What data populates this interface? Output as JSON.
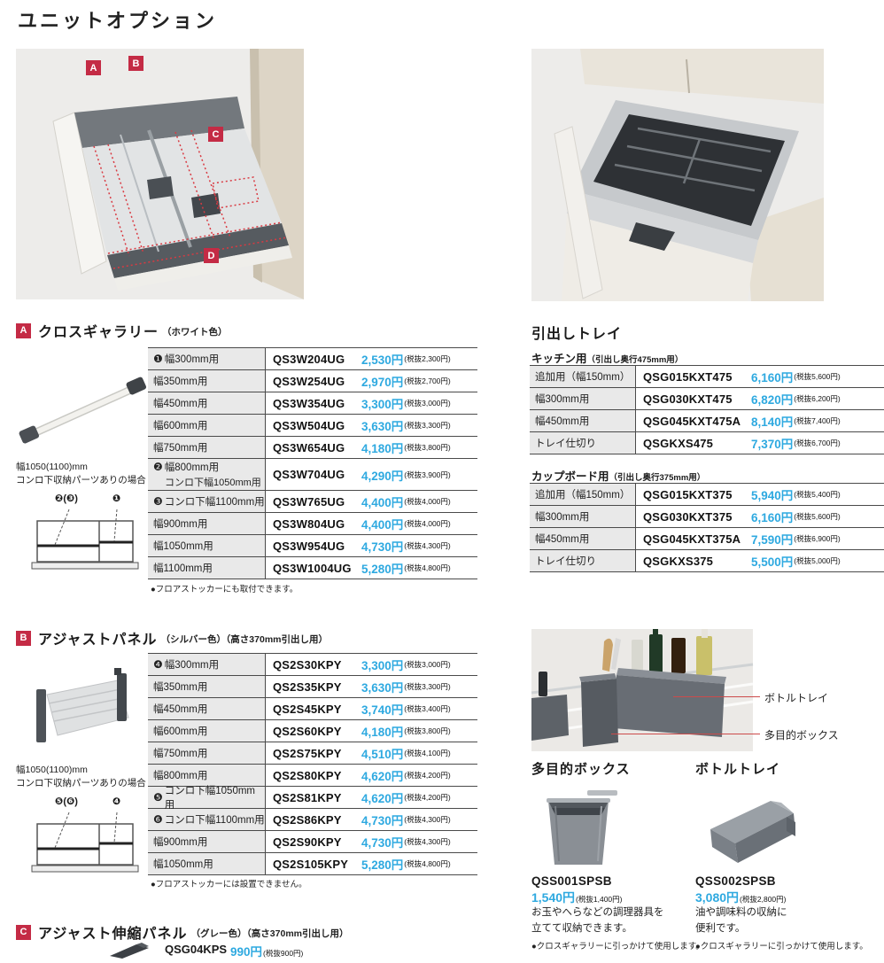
{
  "page": {
    "title": "ユニットオプション"
  },
  "colors": {
    "price_blue": "#2ea9e0",
    "badge_red": "#c42b45",
    "callout_red": "#cc4b4b"
  },
  "photo_labels": {
    "a": "A",
    "b": "B",
    "c": "C",
    "d": "D"
  },
  "section_a": {
    "badge": "A",
    "title": "クロスギャラリー",
    "subtitle": "（ホワイト色）",
    "caption1": "幅1050(1100)mm",
    "caption2": "コンロ下収納パーツありの場合",
    "diag_left": "❷(❸)",
    "diag_right": "❶",
    "rows": [
      {
        "num": "❶",
        "label": "幅300mm用",
        "code": "QS3W204UG",
        "price": "2,530円",
        "tax": "(税抜2,300円)"
      },
      {
        "label": "幅350mm用",
        "code": "QS3W254UG",
        "price": "2,970円",
        "tax": "(税抜2,700円)"
      },
      {
        "label": "幅450mm用",
        "code": "QS3W354UG",
        "price": "3,300円",
        "tax": "(税抜3,000円)"
      },
      {
        "label": "幅600mm用",
        "code": "QS3W504UG",
        "price": "3,630円",
        "tax": "(税抜3,300円)"
      },
      {
        "label": "幅750mm用",
        "code": "QS3W654UG",
        "price": "4,180円",
        "tax": "(税抜3,800円)"
      },
      {
        "num": "❷",
        "label": "幅800mm用",
        "label2": "コンロ下幅1050mm用",
        "code": "QS3W704UG",
        "price": "4,290円",
        "tax": "(税抜3,900円)"
      },
      {
        "num": "❸",
        "label": "コンロ下幅1100mm用",
        "code": "QS3W765UG",
        "price": "4,400円",
        "tax": "(税抜4,000円)"
      },
      {
        "label": "幅900mm用",
        "code": "QS3W804UG",
        "price": "4,400円",
        "tax": "(税抜4,000円)"
      },
      {
        "label": "幅1050mm用",
        "code": "QS3W954UG",
        "price": "4,730円",
        "tax": "(税抜4,300円)"
      },
      {
        "label": "幅1100mm用",
        "code": "QS3W1004UG",
        "price": "5,280円",
        "tax": "(税抜4,800円)"
      }
    ],
    "note": "●フロアストッカーにも取付できます。"
  },
  "section_b": {
    "badge": "B",
    "title": "アジャストパネル",
    "subtitle": "（シルバー色）（高さ370mm引出し用）",
    "caption1": "幅1050(1100)mm",
    "caption2": "コンロ下収納パーツありの場合",
    "diag_left": "❺(❻)",
    "diag_right": "❹",
    "rows": [
      {
        "num": "❹",
        "label": "幅300mm用",
        "code": "QS2S30KPY",
        "price": "3,300円",
        "tax": "(税抜3,000円)"
      },
      {
        "label": "幅350mm用",
        "code": "QS2S35KPY",
        "price": "3,630円",
        "tax": "(税抜3,300円)"
      },
      {
        "label": "幅450mm用",
        "code": "QS2S45KPY",
        "price": "3,740円",
        "tax": "(税抜3,400円)"
      },
      {
        "label": "幅600mm用",
        "code": "QS2S60KPY",
        "price": "4,180円",
        "tax": "(税抜3,800円)"
      },
      {
        "label": "幅750mm用",
        "code": "QS2S75KPY",
        "price": "4,510円",
        "tax": "(税抜4,100円)"
      },
      {
        "label": "幅800mm用",
        "code": "QS2S80KPY",
        "price": "4,620円",
        "tax": "(税抜4,200円)"
      },
      {
        "num": "❺",
        "label": "コンロ下幅1050mm用",
        "code": "QS2S81KPY",
        "price": "4,620円",
        "tax": "(税抜4,200円)"
      },
      {
        "num": "❻",
        "label": "コンロ下幅1100mm用",
        "code": "QS2S86KPY",
        "price": "4,730円",
        "tax": "(税抜4,300円)"
      },
      {
        "label": "幅900mm用",
        "code": "QS2S90KPY",
        "price": "4,730円",
        "tax": "(税抜4,300円)"
      },
      {
        "label": "幅1050mm用",
        "code": "QS2S105KPY",
        "price": "5,280円",
        "tax": "(税抜4,800円)"
      }
    ],
    "note": "●フロアストッカーには設置できません。"
  },
  "section_c": {
    "badge": "C",
    "title": "アジャスト伸縮パネル",
    "subtitle": "（グレー色）（高さ370mm引出し用）",
    "partial_code": "QSG04KPS",
    "partial_price": "990円",
    "partial_tax": "(税抜900円)"
  },
  "tray": {
    "title": "引出しトレイ",
    "kitchen_title": "キッチン用",
    "kitchen_sub": "（引出し奥行475mm用）",
    "kitchen_rows": [
      {
        "label": "追加用（幅150mm）",
        "code": "QSG015KXT475",
        "price": "6,160円",
        "tax": "(税抜5,600円)"
      },
      {
        "label": "幅300mm用",
        "code": "QSG030KXT475",
        "price": "6,820円",
        "tax": "(税抜6,200円)"
      },
      {
        "label": "幅450mm用",
        "code": "QSG045KXT475A",
        "price": "8,140円",
        "tax": "(税抜7,400円)"
      },
      {
        "label": "トレイ仕切り",
        "code": "QSGKXS475",
        "price": "7,370円",
        "tax": "(税抜6,700円)"
      }
    ],
    "cupboard_title": "カップボード用",
    "cupboard_sub": "（引出し奥行375mm用）",
    "cupboard_rows": [
      {
        "label": "追加用（幅150mm）",
        "code": "QSG015KXT375",
        "price": "5,940円",
        "tax": "(税抜5,400円)"
      },
      {
        "label": "幅300mm用",
        "code": "QSG030KXT375",
        "price": "6,160円",
        "tax": "(税抜5,600円)"
      },
      {
        "label": "幅450mm用",
        "code": "QSG045KXT375A",
        "price": "7,590円",
        "tax": "(税抜6,900円)"
      },
      {
        "label": "トレイ仕切り",
        "code": "QSGKXS375",
        "price": "5,500円",
        "tax": "(税抜5,000円)"
      }
    ],
    "callout1": "ボトルトレイ",
    "callout2": "多目的ボックス"
  },
  "products": [
    {
      "name": "多目的ボックス",
      "code": "QSS001SPSB",
      "price": "1,540円",
      "tax": "(税抜1,400円)",
      "desc1": "お玉やへらなどの調理器具を",
      "desc2": "立てて収納できます。",
      "note": "●クロスギャラリーに引っかけて使用します。"
    },
    {
      "name": "ボトルトレイ",
      "code": "QSS002SPSB",
      "price": "3,080円",
      "tax": "(税抜2,800円)",
      "desc1": "油や調味料の収納に",
      "desc2": "便利です。",
      "note": "●クロスギャラリーに引っかけて使用します。"
    }
  ]
}
